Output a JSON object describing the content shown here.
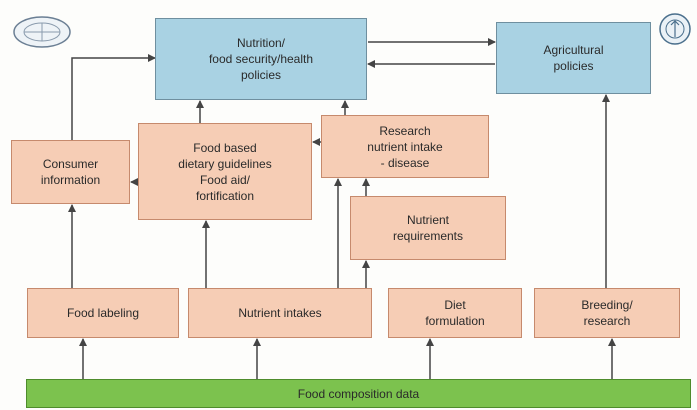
{
  "diagram": {
    "nodes": [
      {
        "id": "nutrition_policies",
        "label": "Nutrition/\nfood security/health\npolicies",
        "fill": "blue"
      },
      {
        "id": "agricultural_policies",
        "label": "Agricultural\npolicies",
        "fill": "blue"
      },
      {
        "id": "consumer_information",
        "label": "Consumer\ninformation",
        "fill": "peach"
      },
      {
        "id": "food_based_guidelines",
        "label": "Food based\ndietary guidelines\nFood aid/\nfortification",
        "fill": "peach"
      },
      {
        "id": "research",
        "label": "Research\nnutrient intake\n- disease",
        "fill": "peach"
      },
      {
        "id": "nutrient_requirements",
        "label": "Nutrient\nrequirements",
        "fill": "peach"
      },
      {
        "id": "food_labeling",
        "label": "Food labeling",
        "fill": "peach"
      },
      {
        "id": "nutrient_intakes",
        "label": "Nutrient intakes",
        "fill": "peach"
      },
      {
        "id": "diet_formulation",
        "label": "Diet\nformulation",
        "fill": "peach"
      },
      {
        "id": "breeding_research",
        "label": "Breeding/\nresearch",
        "fill": "peach"
      },
      {
        "id": "food_composition_data",
        "label": "Food composition data",
        "fill": "green"
      }
    ],
    "edges": [
      {
        "from": "food_composition_data",
        "to": "food_labeling"
      },
      {
        "from": "food_composition_data",
        "to": "nutrient_intakes"
      },
      {
        "from": "food_composition_data",
        "to": "diet_formulation"
      },
      {
        "from": "food_composition_data",
        "to": "breeding_research"
      },
      {
        "from": "food_labeling",
        "to": "consumer_information"
      },
      {
        "from": "consumer_information",
        "to": "nutrition_policies"
      },
      {
        "from": "nutrient_intakes",
        "to": "food_based_guidelines"
      },
      {
        "from": "nutrient_intakes",
        "to": "research"
      },
      {
        "from": "nutrient_intakes",
        "to": "nutrient_requirements"
      },
      {
        "from": "nutrient_requirements",
        "to": "research"
      },
      {
        "from": "food_based_guidelines",
        "to": "consumer_information"
      },
      {
        "from": "food_based_guidelines",
        "to": "nutrition_policies"
      },
      {
        "from": "research",
        "to": "food_based_guidelines"
      },
      {
        "from": "research",
        "to": "nutrition_policies"
      },
      {
        "from": "nutrition_policies",
        "to": "agricultural_policies"
      },
      {
        "from": "agricultural_policies",
        "to": "nutrition_policies"
      },
      {
        "from": "breeding_research",
        "to": "agricultural_policies"
      }
    ]
  },
  "colors": {
    "blue_fill": "#a9d2e3",
    "peach_fill": "#f6cdb5",
    "green_fill": "#7cc24e",
    "arrow": "#444444"
  },
  "logos": {
    "left": "institutional-seal-logo",
    "right": "fao-logo"
  }
}
